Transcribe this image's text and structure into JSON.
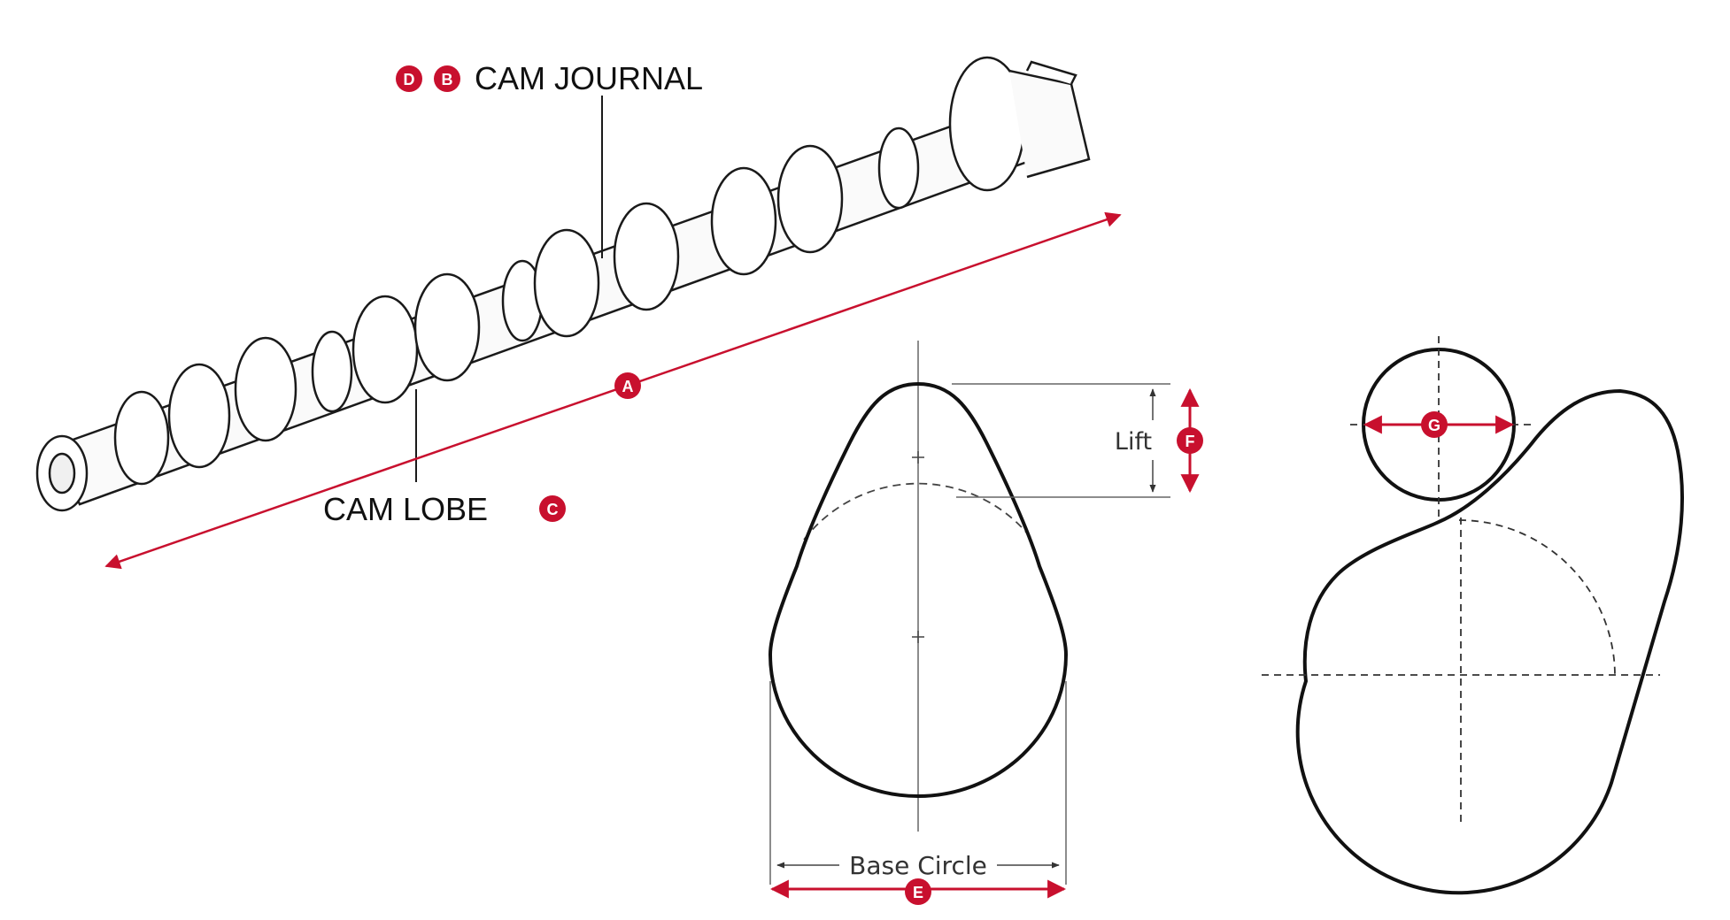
{
  "labels": {
    "cam_journal": "CAM JOURNAL",
    "cam_lobe": "CAM LOBE",
    "lift": "Lift",
    "base_circle": "Base Circle"
  },
  "markers": {
    "a": "A",
    "b": "B",
    "c": "C",
    "d": "D",
    "e": "E",
    "f": "F",
    "g": "G"
  },
  "colors": {
    "accent": "#c8102e",
    "line": "#111111",
    "thin_line": "#555555"
  }
}
